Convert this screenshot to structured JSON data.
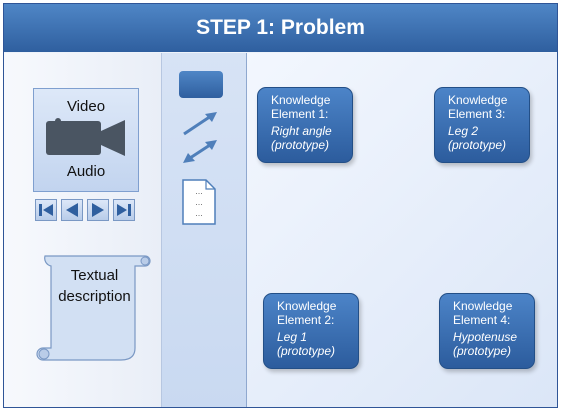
{
  "header": {
    "title": "STEP 1: Problem"
  },
  "media": {
    "video_label": "Video",
    "audio_label": "Audio",
    "controls": [
      "skip-back",
      "rewind",
      "play",
      "skip-forward"
    ]
  },
  "text_scroll": {
    "line1": "Textual",
    "line2": "description"
  },
  "tool_palette": [
    "rectangle",
    "arrow-single",
    "arrow-double",
    "document"
  ],
  "knowledge_elements": [
    {
      "title": "Knowledge",
      "number": "Element 1:",
      "name": "Right angle",
      "note": "(prototype)"
    },
    {
      "title": "Knowledge",
      "number": "Element 3:",
      "name": "Leg 2",
      "note": "(prototype)"
    },
    {
      "title": "Knowledge",
      "number": "Element 2:",
      "name": "Leg 1",
      "note": "(prototype)"
    },
    {
      "title": "Knowledge",
      "number": "Element 4:",
      "name": "Hypotenuse",
      "note": "(prototype)"
    }
  ],
  "colors": {
    "primary": "#2f5f9f",
    "header": "#4f86c6",
    "panel": "#c9d9f1"
  }
}
